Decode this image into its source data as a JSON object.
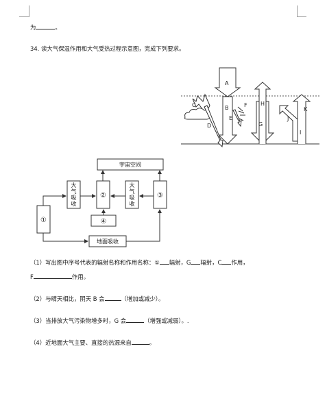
{
  "header": {
    "prev_answer_prefix": "为",
    "prev_answer_suffix": "。"
  },
  "question": {
    "number": "34.",
    "prompt": "读大气保温作用和大气受热过程示意图，完成下列要求。"
  },
  "figure1": {
    "labels": [
      "A",
      "B",
      "C",
      "D",
      "E",
      "F",
      "G",
      "H",
      "I",
      "J",
      "K"
    ]
  },
  "figure2": {
    "space_box": "宇宙空间",
    "absorb_left": [
      "大",
      "气",
      "吸",
      "收"
    ],
    "absorb_right": [
      "大",
      "气",
      "吸",
      "收"
    ],
    "ground_box": "地面吸收",
    "node_1": "①",
    "node_2": "②",
    "node_3": "③",
    "node_4": "④"
  },
  "questions": {
    "q1_prefix": "（1）写出图中序号代表的辐射名称和作用名称：①",
    "q1_mid1": "辐射，G",
    "q1_mid2": "辐射，C",
    "q1_mid3": "作用，",
    "q1_line2_prefix": "F",
    "q1_line2_suffix": "作用。",
    "q2_prefix": "（2）与晴天相比，阴天 B 会",
    "q2_suffix": "（增加或减少）。",
    "q3_prefix": "（3）当排放大气污染物增多时，G 会",
    "q3_suffix": "（增强或减弱）。.",
    "q4_prefix": "（4）近地面大气主要、直接的热源来自",
    "q4_suffix": "。"
  },
  "colors": {
    "line": "#333333",
    "dashed": "#555555",
    "crop_mark": "#9a9a9a"
  }
}
